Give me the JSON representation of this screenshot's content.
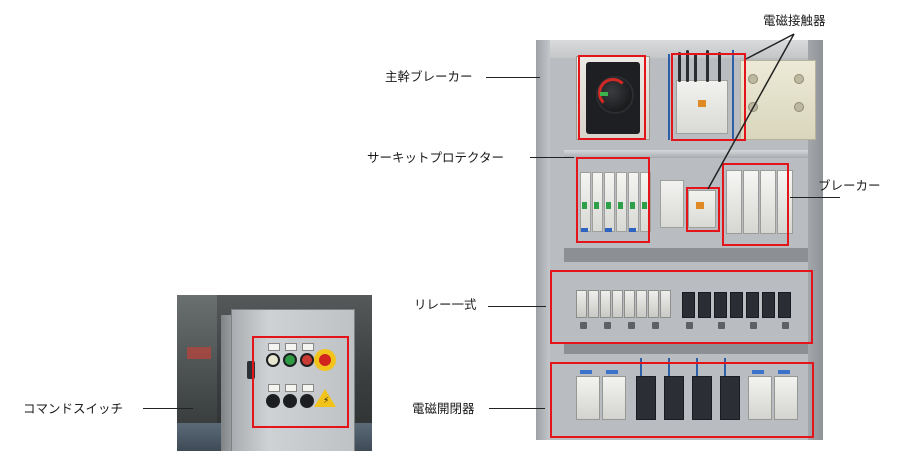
{
  "labels": {
    "main_breaker": "主幹ブレーカー",
    "contactor": "電磁接触器",
    "circuit_protector": "サーキットプロテクター",
    "breaker": "ブレーカー",
    "relay_set": "リレー一式",
    "magnetic_switch": "電磁開閉器",
    "command_switch": "コマンドスイッチ"
  },
  "colors": {
    "highlight": "#e4141b",
    "leader": "#222222",
    "text": "#1a1a1a"
  }
}
